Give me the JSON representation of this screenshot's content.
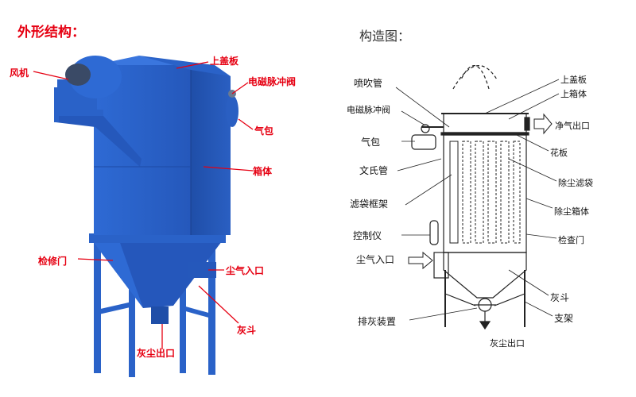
{
  "titles": {
    "exterior": "外形结构：",
    "construction": "构造图："
  },
  "exterior_labels": {
    "fan": "风机",
    "top_cover": "上盖板",
    "pulse_valve": "电磁脉冲阀",
    "air_bag": "气包",
    "box": "箱体",
    "access_door": "检修门",
    "dust_inlet": "尘气入口",
    "ash_hopper": "灰斗",
    "dust_outlet": "灰尘出口"
  },
  "diagram_labels": {
    "blow_pipe": "喷吹管",
    "pulse_valve": "电磁脉冲阀",
    "air_bag": "气包",
    "venturi": "文氏管",
    "bag_cage": "滤袋框架",
    "controller": "控制仪",
    "dust_inlet": "尘气入口",
    "discharge": "排灰装置",
    "top_cover": "上盖板",
    "upper_box": "上箱体",
    "clean_outlet": "净气出口",
    "tube_sheet": "花板",
    "filter_bag": "除尘滤袋",
    "dust_box": "除尘箱体",
    "inspection_door": "检查门",
    "ash_hopper": "灰斗",
    "support": "支架",
    "ash_outlet": "灰尘出口"
  },
  "colors": {
    "accent_red": "#e60012",
    "body_blue": "#2a62c8",
    "body_blue_dark": "#1d4aa5"
  }
}
